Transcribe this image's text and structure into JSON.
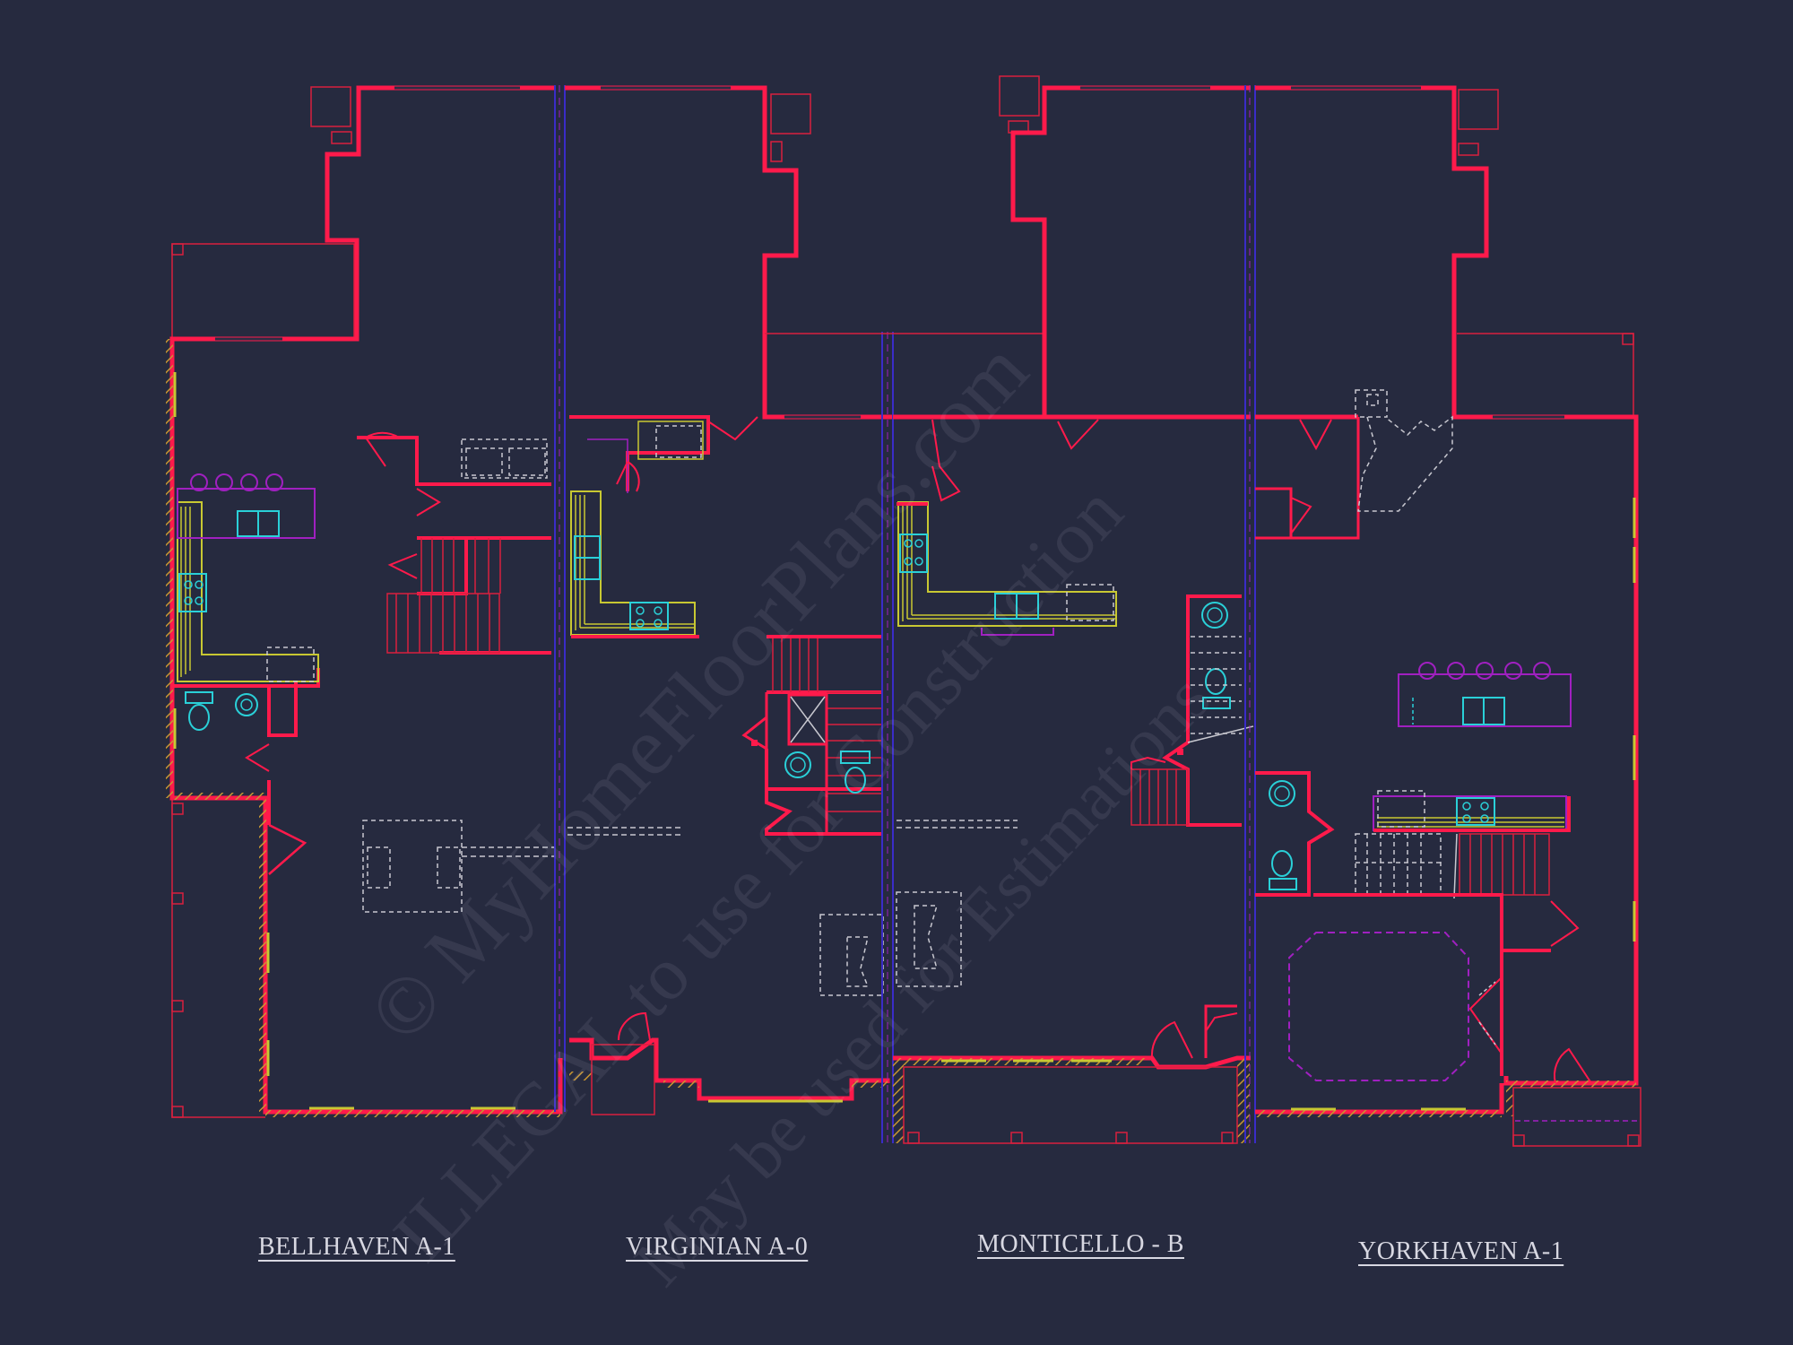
{
  "colors": {
    "background": "#262a3f",
    "wall": "#ff1a4b",
    "thin_line": "#d8203f",
    "party_wall": "#3a2cc8",
    "fixture": "#2ad0d8",
    "cabinet": "#c8c832",
    "furniture": "#a020c0",
    "dashed": "#c8c8d0",
    "hatch": "#c89632",
    "label": "#d8d8e2"
  },
  "units": [
    {
      "name": "BELLHAVEN A-1"
    },
    {
      "name": "VIRGINIAN A-0"
    },
    {
      "name": "MONTICELLO  - B"
    },
    {
      "name": "YORKHAVEN A-1"
    }
  ],
  "watermark": {
    "line1": "© MyHomeFloorPlans.com",
    "line2": "ILLEGAL to use for Construction",
    "line3": "May be used for Estimations"
  }
}
